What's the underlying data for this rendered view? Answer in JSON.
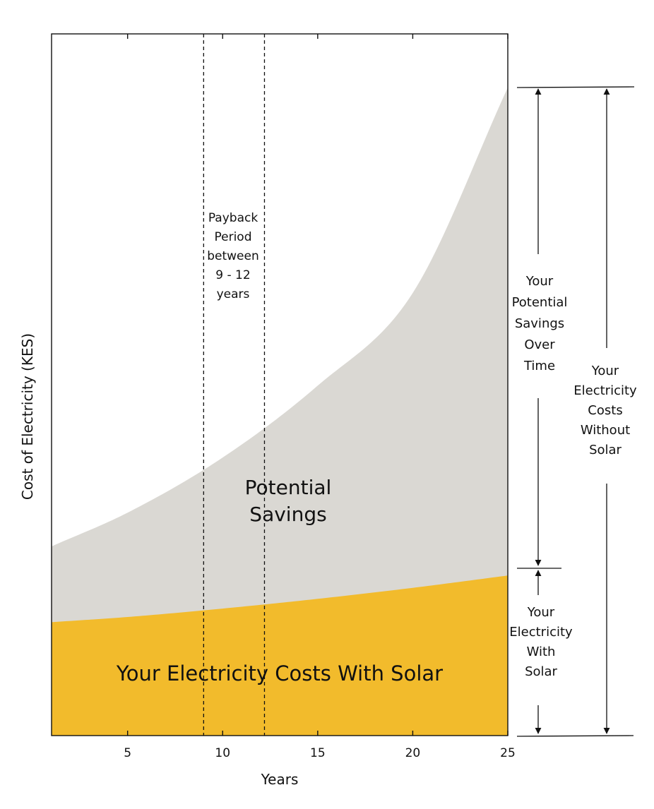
{
  "chart_data": {
    "type": "area",
    "stacked": false,
    "xlabel": "Years",
    "ylabel": "Cost of Electricity (KES)",
    "x_ticks": [
      5,
      10,
      15,
      20,
      25
    ],
    "xlim": [
      1,
      25
    ],
    "y_tick_labels_shown": false,
    "grid": false,
    "series": [
      {
        "name": "Your Electricity Costs With Solar",
        "color": "#f2bb2c",
        "x": [
          1,
          5,
          10,
          15,
          20,
          25
        ],
        "y": [
          17.5,
          18.3,
          19.6,
          21.1,
          22.8,
          24.7
        ]
      },
      {
        "name": "Potential Savings",
        "color": "#dad8d3",
        "x": [
          1,
          5,
          10,
          15,
          20,
          25
        ],
        "y": [
          29.2,
          34.4,
          42.9,
          54.0,
          68.3,
          100.0
        ]
      }
    ],
    "reference_lines": [
      {
        "x": 9
      },
      {
        "x": 12.2
      }
    ],
    "annotations": {
      "payback": [
        "Payback",
        "Period",
        "between",
        "9 - 12",
        "years"
      ],
      "savings_area": [
        "Potential",
        "Savings"
      ],
      "solar_area": "Your Electricity Costs With Solar",
      "savings_over_time": [
        "Your",
        "Potential",
        "Savings",
        "Over",
        "Time"
      ],
      "costs_without_solar": [
        "Your",
        "Electricity",
        "Costs",
        "Without",
        "Solar"
      ],
      "with_solar": [
        "Your",
        "Electricity",
        "With",
        "Solar"
      ]
    }
  }
}
